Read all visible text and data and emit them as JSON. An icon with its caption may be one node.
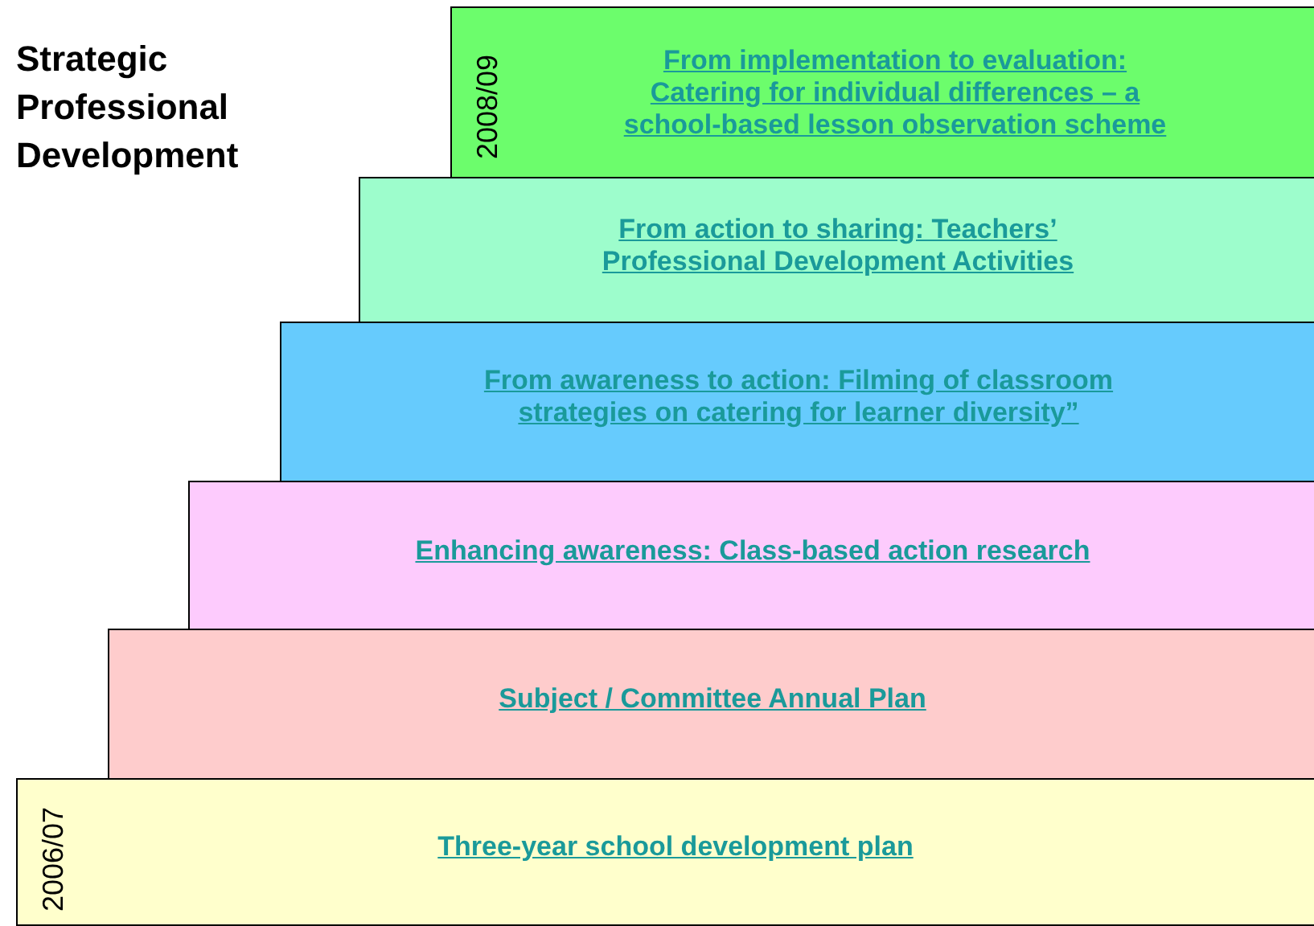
{
  "diagram": {
    "title": "Strategic Professional Development",
    "nodes": [
      {
        "text": [
          "2008/09",
          "From implementation to evaluation: Catering for individual differences – a school-based lesson observation scheme"
        ]
      },
      {
        "text": [
          "From action to sharing: Teachers’ Professional Development Activities"
        ]
      },
      {
        "text": [
          "From awareness to action: Filming of classroom strategies on catering for learner diversity”"
        ]
      },
      {
        "text": [
          "Enhancing awareness: Class-based action research"
        ]
      },
      {
        "text": [
          "Subject / Committee Annual Plan"
        ]
      },
      {
        "text": [
          "2006/07",
          "Three-year school development plan"
        ]
      }
    ]
  }
}
